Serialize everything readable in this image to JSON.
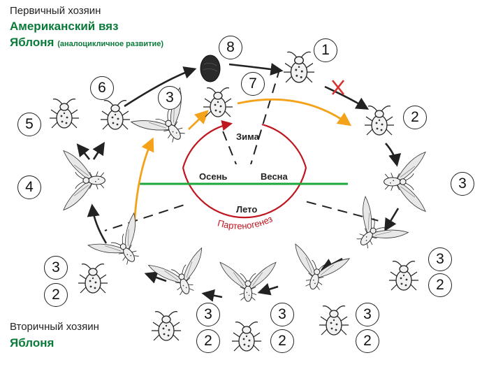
{
  "captions": {
    "primary_host": "Первичный хозяин",
    "primary_host_1": "Американский вяз",
    "primary_host_2": "Яблоня",
    "primary_host_2_note": "(аналоцикличное развитие)",
    "secondary_host": "Вторичный хозяин",
    "secondary_host_name": "Яблоня"
  },
  "seasons": {
    "winter": "Зима",
    "autumn": "Осень",
    "spring": "Весна",
    "summer": "Лето",
    "parthenogenesis": "Партеногенез"
  },
  "colors": {
    "axis_line": "#1aa83a",
    "season_arc": "#c0161f",
    "migration_arrow": "#f4a21a",
    "cycle_arrow": "#222222",
    "blocked_cross": "#d8322d",
    "host_text": "#0a7a3a"
  },
  "stage_numbers": {
    "egg": "8",
    "fundatrix": "1",
    "wingless_spring": "2",
    "winged_spring": "3",
    "winged_autumn": "3",
    "sexupara": "4",
    "sexual_female": "5",
    "sexual_male": "6",
    "oviparous": "7",
    "summer": [
      "3",
      "2",
      "3",
      "2",
      "3",
      "2",
      "3",
      "2",
      "3",
      "2"
    ]
  }
}
